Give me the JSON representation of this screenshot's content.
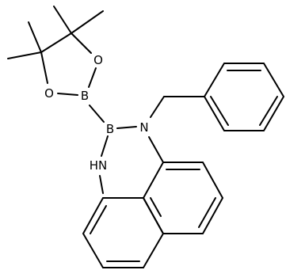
{
  "atoms": {
    "o_upper": "O",
    "o_lower": "O",
    "b_pinacol": "B",
    "b_ring": "B",
    "n_benzyl": "N",
    "nh": "HN"
  }
}
